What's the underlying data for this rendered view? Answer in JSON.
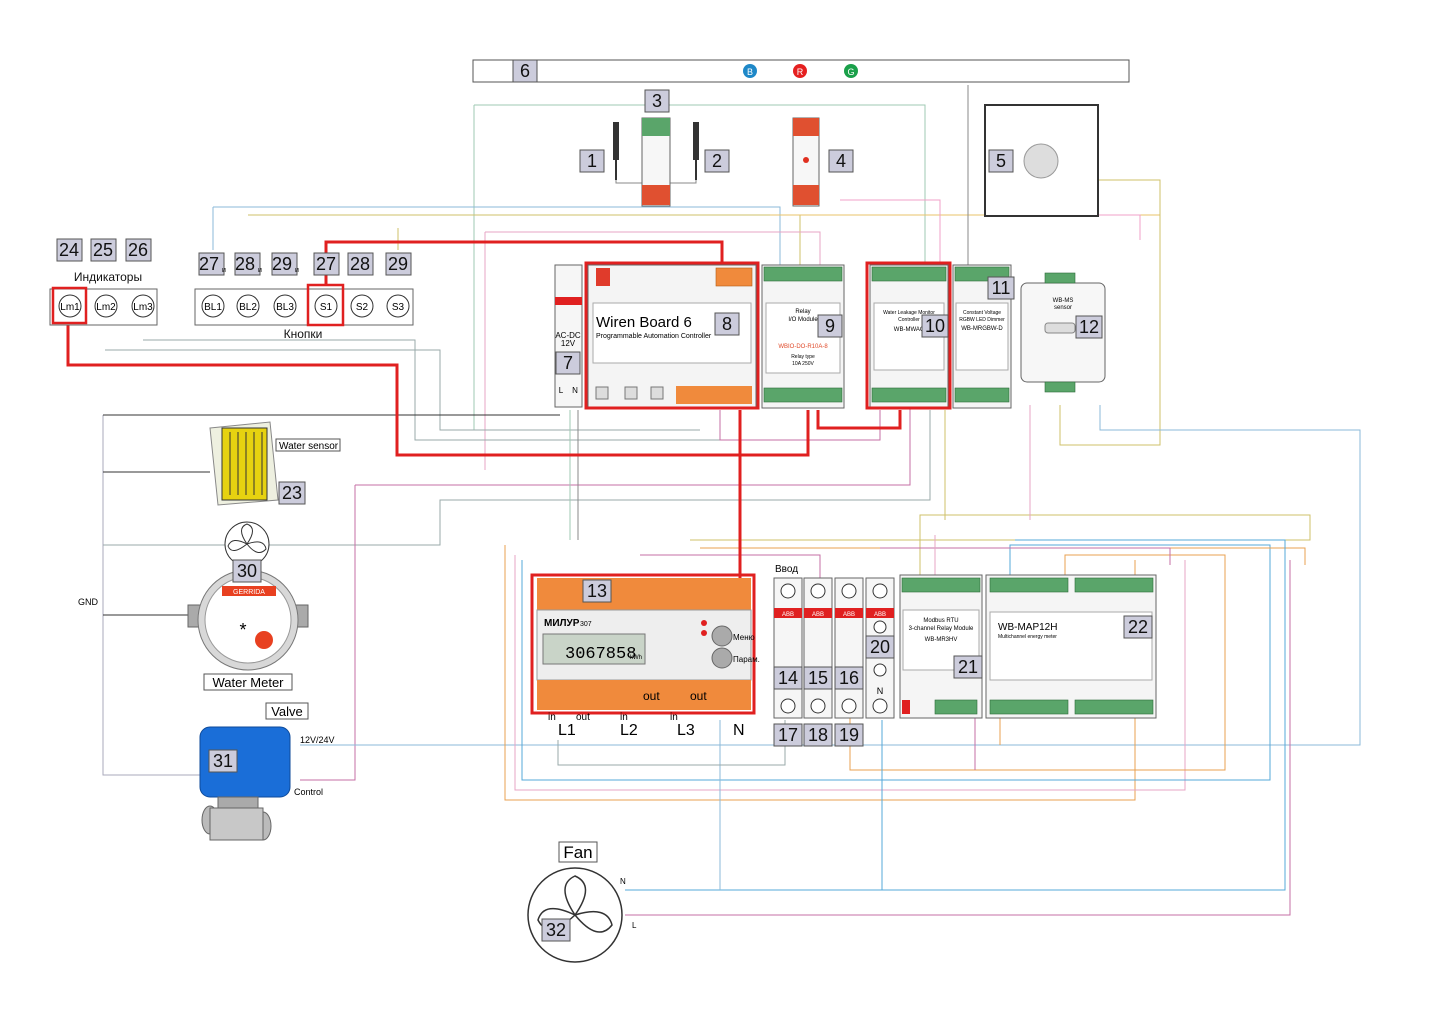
{
  "labels": {
    "indicators": "Индикаторы",
    "buttons": "Кнопки",
    "water_sensor": "Water sensor",
    "water_meter": "Water Meter",
    "valve": "Valve",
    "fan": "Fan",
    "gnd": "GND",
    "valve_voltage": "12V/24V",
    "control": "Control",
    "vvod": "Ввод",
    "fan_n": "N",
    "fan_l": "L",
    "b": "B",
    "r": "R",
    "g": "G",
    "abb": "ABB",
    "plus": "+",
    "n": "N",
    "wb": {
      "title": "Wiren Board 6",
      "subtitle": "Programmable Automation Controller"
    },
    "psu": {
      "title": "AC-DC",
      "volt": "12V",
      "l": "L",
      "n": "N"
    },
    "relay9": {
      "line1": "Relay",
      "line2": "I/O Module",
      "model": "WBIO-DO-R10A-8",
      "foot1": "Relay type",
      "foot2": "10A 250V"
    },
    "dimmer10": {
      "line1": "Water Leakage Monitor",
      "line2": "Controller",
      "model": "WB-MWAC"
    },
    "dimmer11": {
      "line1": "Constant Voltage",
      "line2": "RGBW LED Dimmer",
      "model": "WB-MRGBW-D"
    },
    "sensor12": {
      "line1": "WB-MS",
      "line2": "sensor"
    },
    "meter13": {
      "brand": "МИЛУР",
      "model": "307",
      "reading": "3067858",
      "unit": "kWh",
      "menu": "Меню",
      "param": "Парам.",
      "out1": "out",
      "out2": "out",
      "in1": "in",
      "out3": "out",
      "in2": "in",
      "in3": "in"
    },
    "lines": {
      "l1": "L1",
      "l2": "L2",
      "l3": "L3",
      "n": "N"
    },
    "mr3": {
      "line1": "Modbus RTU",
      "line2": "3-channel Relay Module",
      "model": "WB-MR3HV"
    },
    "map": {
      "model": "WB-MAP12H",
      "line1": "Multichannel energy meter"
    },
    "water_meter_brand": "GERRIDA"
  },
  "badges": {
    "b1": "1",
    "b2": "2",
    "b3": "3",
    "b4": "4",
    "b5": "5",
    "b6": "6",
    "b7": "7",
    "b8": "8",
    "b9": "9",
    "b10": "10",
    "b11": "11",
    "b12": "12",
    "b13": "13",
    "b14": "14",
    "b15": "15",
    "b16": "16",
    "b17": "17",
    "b18": "18",
    "b19": "19",
    "b20": "20",
    "b21": "21",
    "b22": "22",
    "b23": "23",
    "b24": "24",
    "b25": "25",
    "b26": "26",
    "b27i": "27",
    "b28i": "28",
    "b29i": "29",
    "b27": "27",
    "b28": "28",
    "b29": "29",
    "b30": "30",
    "b31": "31",
    "b32": "32",
    "sub_i": "и"
  },
  "indicators": [
    "Lm1",
    "Lm2",
    "Lm3"
  ],
  "buttons": [
    "BL1",
    "BL2",
    "BL3",
    "S1",
    "S2",
    "S3"
  ],
  "colors": {
    "red_wire": "#e02020",
    "blue_led": "#1e88c8",
    "red_led": "#e52020",
    "green_led": "#1aa04a",
    "badge": "#ccccdc"
  }
}
